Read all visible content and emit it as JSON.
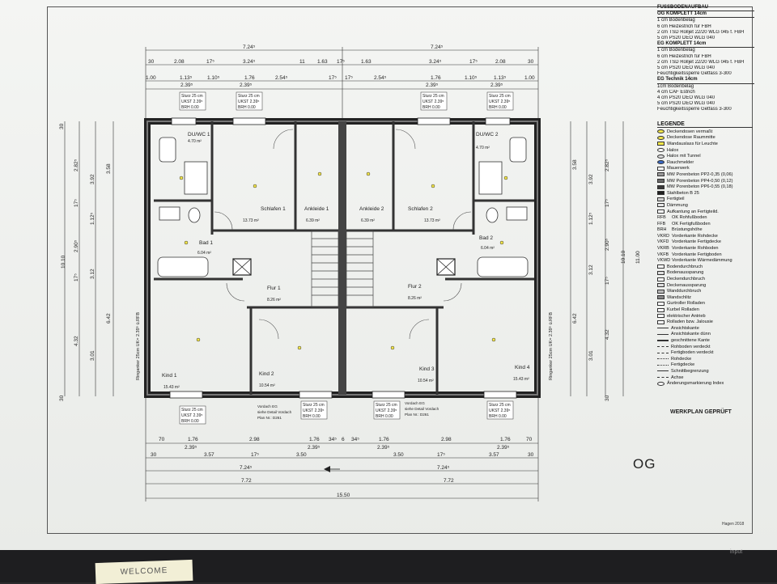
{
  "drawing": {
    "floor_label": "OG",
    "werkplan_label": "WERKPLAN GEPRÜFT",
    "footer_note": "Hagen 2018",
    "monitor_label": "input",
    "sticky_note": "WELCOME",
    "floor_build_up": {
      "title": "FUSSBODENAUFBAU",
      "sections": [
        {
          "heading": "OG KOMPLETT 14cm",
          "lines": [
            "1 cm Bodenbelag",
            "6 cm Heizestrich für FBH",
            "2 cm TSD Rolljet 22/20 WLG 045 f. FBH",
            "5 cm PS20 DEO WLG 040"
          ]
        },
        {
          "heading": "EG KOMPLETT 14cm",
          "lines": [
            "1 cm Bodenbelag",
            "6 cm Heizestrich für FBH",
            "2 cm TSD Rolljet 22/20 WLG 045 f. FBH",
            "5 cm PS20 DEO WLG 040",
            "Feuchtigkeitssperre Getfass 3-300"
          ]
        },
        {
          "heading": "EG Technik 14cm",
          "lines": [
            "1cm Bodenbelag",
            "4 cm CAF Estrich",
            "4 cm PS20 DEO WLG 040",
            "5 cm PS20 DEO WLG 040",
            "Feuchtigkeitssperre Getfass 3-300"
          ]
        }
      ]
    },
    "legend": {
      "title": "LEGENDE",
      "symbols": [
        "Deckendosen vermaßt",
        "Deckendose Raummitte",
        "Wandauslass für Leuchte",
        "Halox",
        "Halox mit Tunnel",
        "Rauchmelder"
      ],
      "materials": [
        {
          "label": "Mauerwerk",
          "color": "#ffffff"
        },
        {
          "label": "MW Porenbeton PP2-0,35 (0,06)",
          "color": "#9a9a9a"
        },
        {
          "label": "MW Porenbeton PP4-0,50 (0,12)",
          "color": "#6a6a6a"
        },
        {
          "label": "MW Porenbeton PP6-0,55 (0,18)",
          "color": "#3a3a3a"
        },
        {
          "label": "Stahlbeton B 25",
          "color": "#202020"
        },
        {
          "label": "Fertigteil",
          "color": "#cfcfcf"
        },
        {
          "label": "Dämmung",
          "color": "#e6e6e6"
        },
        {
          "label": "Aufkantung an Fertigteild.",
          "color": "#ffffff"
        }
      ],
      "abbreviations": [
        {
          "abbr": "RFB",
          "text": "OK Rohfußboden"
        },
        {
          "abbr": "FFB",
          "text": "OK Fertigfußboden"
        },
        {
          "abbr": "BRH",
          "text": "Brüstungshöhe"
        },
        {
          "abbr": "VKRD",
          "text": "Vorderkante Rohdecke"
        },
        {
          "abbr": "VKFD",
          "text": "Vorderkante Fertigdecke"
        },
        {
          "abbr": "VKRB",
          "text": "Vorderkante Rohboden"
        },
        {
          "abbr": "VKFB",
          "text": "Vorderkante Fertigboden"
        },
        {
          "abbr": "VKWD",
          "text": "Vorderkante Wärmedämmung"
        }
      ],
      "openings": [
        "Bodendurchbruch",
        "Bodenaussparung",
        "Deckendurchbruch",
        "Deckenaussparung",
        "Wanddurchbruch",
        "Wandschlitz",
        "Gurtroller Rolladen",
        "Kurbel Rolladen",
        "elektrischer Antrieb",
        "Rolladen bzw. Jalousie"
      ],
      "lines": [
        "Ansichtskante",
        "Ansichtskante dünn",
        "geschnittene Kante",
        "Rohboden verdeckt",
        "Fertigboden verdeckt",
        "Rohdecke",
        "Fertigdecke",
        "Schnittbegrenzung",
        "Achse",
        "Änderungsmarkierung Index"
      ]
    },
    "dimensions": {
      "top_total": "7.24⁵",
      "top_total_right": "7.24⁵",
      "top_row2": [
        "30",
        "2.08",
        "17⁵",
        "3.24⁵",
        "11",
        "1.63",
        "17⁵",
        "1.63",
        "3.24⁵",
        "17⁵",
        "2.08",
        "30"
      ],
      "top_row3": [
        "1.00",
        "1.13⁵",
        "1.10⁵",
        "1.76",
        "2.54⁵",
        "17⁵",
        "17⁵",
        "2.54⁵",
        "1.76",
        "1.10⁵",
        "1.13⁵",
        "1.00"
      ],
      "top_row3_sub": [
        "2.39⁵",
        "2.39⁵",
        "2.39⁵",
        "2.39⁵"
      ],
      "bottom_row1": [
        "70",
        "1.76",
        "2.98",
        "1.76",
        "34⁵",
        "6",
        "34⁵",
        "1.76",
        "2.98",
        "1.76",
        "70"
      ],
      "bottom_row1_sub": [
        "2.39⁵",
        "2.39⁵",
        "2.39⁵",
        "2.39⁵"
      ],
      "bottom_row2": [
        "30",
        "3.57",
        "17⁵",
        "3.50",
        "3.50",
        "17⁵",
        "3.57",
        "30"
      ],
      "bottom_row3": [
        "7.24⁵",
        "7.24⁵"
      ],
      "bottom_row4": [
        "7.72",
        "7.72"
      ],
      "bottom_total": "15.50",
      "left": [
        "30",
        "2.82⁵",
        "3.92",
        "3.58",
        "17⁵",
        "1.12⁵",
        "2.90⁵",
        "3.12",
        "17⁵",
        "10.10",
        "4.32",
        "3.01",
        "6.42",
        "30"
      ],
      "right": [
        "3.58",
        "3.92",
        "2.82⁵",
        "17⁵",
        "1.12⁵",
        "2.90⁵",
        "3.12",
        "17⁵",
        "10.10",
        "11.00",
        "6.42",
        "4.32",
        "3.01",
        "30"
      ]
    },
    "rooms": [
      {
        "name": "DU/WC 1",
        "area": "4.70 m²"
      },
      {
        "name": "Schlafen 1",
        "area": "13.73 m²"
      },
      {
        "name": "Ankleide 1",
        "area": "6.39 m²"
      },
      {
        "name": "Ankleide 2",
        "area": "6.39 m²"
      },
      {
        "name": "Schlafen 2",
        "area": "13.73 m²"
      },
      {
        "name": "DU/WC 2",
        "area": "4.70 m²"
      },
      {
        "name": "Bad 1",
        "area": "6.04 m²"
      },
      {
        "name": "Bad 2",
        "area": "6.04 m²"
      },
      {
        "name": "Flur 1",
        "area": "8.26 m²"
      },
      {
        "name": "Flur 2",
        "area": "8.26 m²"
      },
      {
        "name": "Kind 1",
        "area": "15.43 m²"
      },
      {
        "name": "Kind 2",
        "area": "10.54 m²"
      },
      {
        "name": "Kind 3",
        "area": "10.54 m²"
      },
      {
        "name": "Kind 4",
        "area": "15.43 m²"
      }
    ],
    "lintels": [
      {
        "l1": "Sturz 25 cm",
        "l2": "UKST 2.39⁵",
        "l3": "BRH 0.00"
      },
      {
        "l1": "Sturz 25 cm",
        "l2": "UKST 2.39⁵",
        "l3": "BRH 0.00"
      },
      {
        "l1": "Sturz 25 cm",
        "l2": "UKST 2.39⁵",
        "l3": "BRH 0.00"
      },
      {
        "l1": "Sturz 25 cm",
        "l2": "UKST 2.39⁵",
        "l3": "BRH 0.00"
      },
      {
        "l1": "Sturz 25 cm",
        "l2": "UKST 2.39⁵",
        "l3": "BRH 0.00"
      },
      {
        "l1": "Sturz 25 cm",
        "l2": "UKST 2.39⁵",
        "l3": "BRH 0.00"
      },
      {
        "l1": "Sturz 25 cm",
        "l2": "UKST 2.39⁵",
        "l3": "BRH 0.00"
      },
      {
        "l1": "Sturz 25 cm",
        "l2": "UKST 2.39⁵",
        "l3": "BRH 0.00"
      }
    ],
    "ring_beam_left": "Ringanker 25cm UK= 2.39⁵ ü.RFB",
    "ring_beam_right": "Ringanker 25cm UK= 2.39⁵ ü.RFB",
    "vordach_left": [
      "Vordach EG",
      "siehe Detail Vordach",
      "Plan Nr.: D261"
    ],
    "vordach_right": [
      "Vordach EG",
      "siehe Detail Vordach",
      "Plan Nr.: D261"
    ]
  }
}
